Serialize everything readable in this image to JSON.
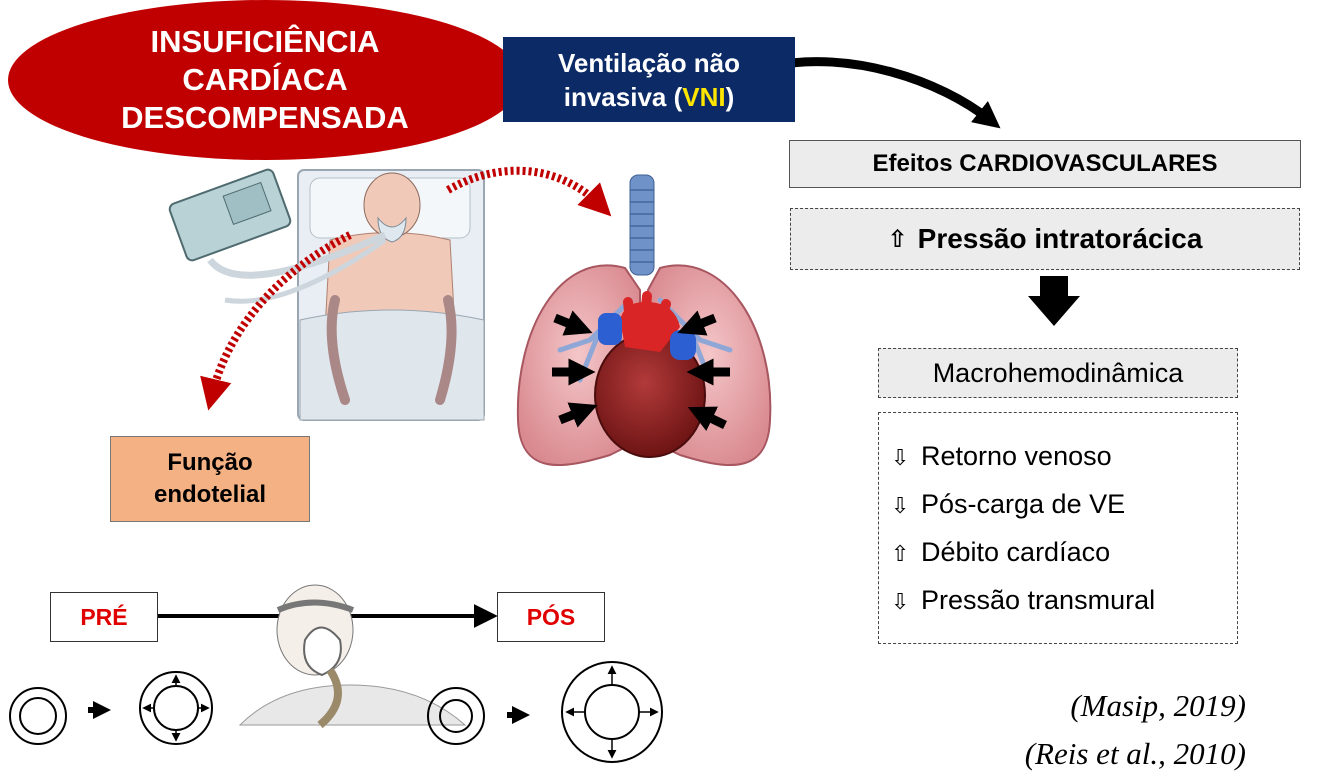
{
  "title": {
    "lines": [
      "INSUFICIÊNCIA",
      "CARDÍACA",
      "DESCOMPENSADA"
    ]
  },
  "vni": {
    "line1": "Ventilação não",
    "line2_prefix": "invasiva (",
    "line2_highlight": "VNI",
    "line2_suffix": ")"
  },
  "efeitos": "Efeitos CARDIOVASCULARES",
  "pressao": {
    "arrow": "⇧",
    "text": "Pressão intratorácica"
  },
  "macro": "Macrohemodinâmica",
  "effects": [
    {
      "arrow": "⇩",
      "text": "Retorno venoso"
    },
    {
      "arrow": "⇩",
      "text": "Pós-carga de VE"
    },
    {
      "arrow": "⇧",
      "text": "Débito cardíaco"
    },
    {
      "arrow": "⇩",
      "text": "Pressão transmural"
    }
  ],
  "funcao": {
    "line1": "Função",
    "line2": "endotelial"
  },
  "timeline": {
    "pre": "PRÉ",
    "pos": "PÓS"
  },
  "references": [
    "(Masip, 2019)",
    "(Reis et al., 2010)"
  ],
  "colors": {
    "title_ellipse": "#c00000",
    "vni_box": "#0b2a66",
    "vni_highlight": "#ffe600",
    "funcao_box": "#f4b183",
    "pre_pos_text": "#e00000",
    "curved_arrow": "#c00000"
  }
}
